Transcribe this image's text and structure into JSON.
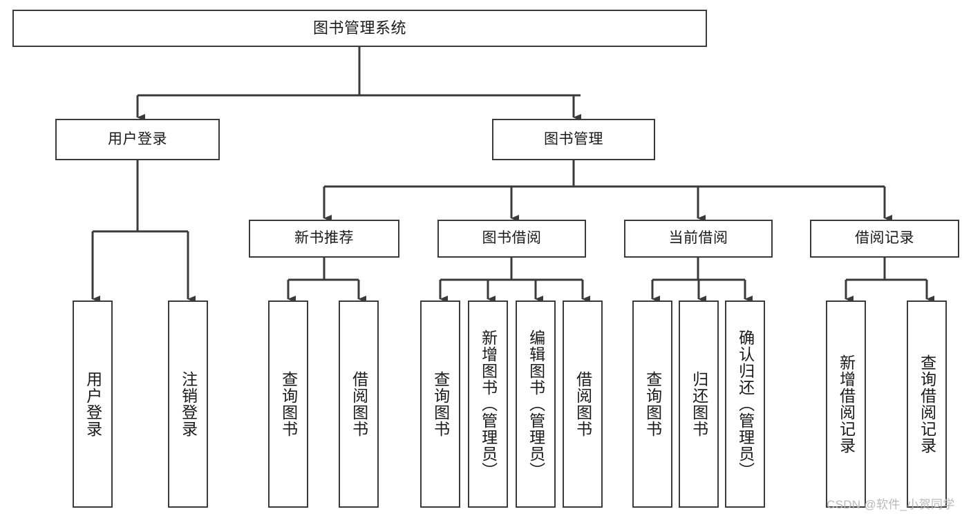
{
  "diagram": {
    "title": "图书管理系统",
    "type": "tree-hierarchy",
    "styles": {
      "border_color": "#3a3a3a",
      "background": "#ffffff",
      "text_color": "#1a1a1a",
      "watermark_color": "#b9b9b9"
    },
    "nodes": {
      "root": {
        "label": "图书管理系统"
      },
      "level2": [
        {
          "label": "用户登录"
        },
        {
          "label": "图书管理"
        }
      ],
      "level3": [
        {
          "label": "新书推荐"
        },
        {
          "label": "图书借阅"
        },
        {
          "label": "当前借阅"
        },
        {
          "label": "借阅记录"
        }
      ],
      "leaves_user_login": [
        {
          "label": "用户登录"
        },
        {
          "label": "注销登录"
        }
      ],
      "leaves_new_book": [
        {
          "label": "查询图书"
        },
        {
          "label": "借阅图书"
        }
      ],
      "leaves_borrow": [
        {
          "label": "查询图书"
        },
        {
          "label": "新增图书（管理员）"
        },
        {
          "label": "编辑图书（管理员）"
        },
        {
          "label": "借阅图书"
        }
      ],
      "leaves_current": [
        {
          "label": "查询图书"
        },
        {
          "label": "归还图书"
        },
        {
          "label": "确认归还（管理员）"
        }
      ],
      "leaves_records": [
        {
          "label": "新增借阅记录"
        },
        {
          "label": "查询借阅记录"
        }
      ]
    },
    "watermark": "CSDN @软件_小贺同学"
  }
}
